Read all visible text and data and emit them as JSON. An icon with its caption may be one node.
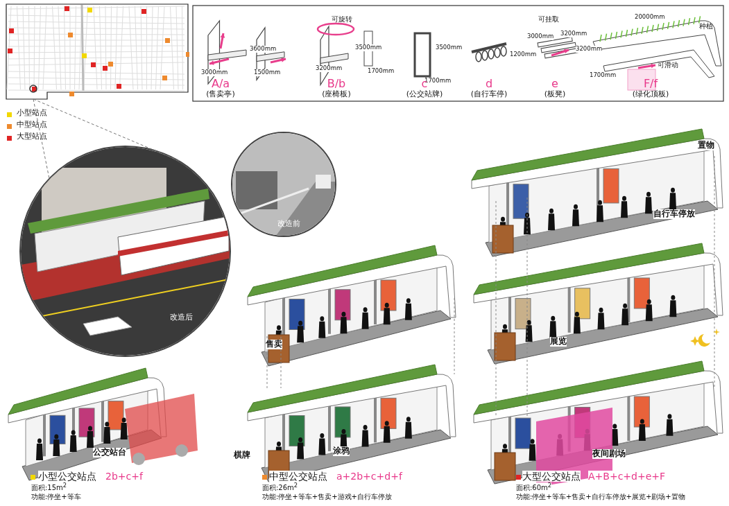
{
  "diagram": {
    "nodes": [
      {
        "text": [],
        "shape": "picture"
      },
      {
        "text": [
          "改造后"
        ]
      },
      {
        "text": [
          "改造前"
        ]
      }
    ],
    "edges": [
      {
        "from": 0,
        "to": 1,
        "arrow": "none",
        "style": "dashed"
      }
    ],
    "labels": [
      "可旋转",
      "3600mm",
      "3000mm",
      "1500mm",
      "3500mm",
      "3200mm",
      "1700mm",
      "3500mm",
      "1700mm",
      "1200mm",
      "可挂取",
      "3000mm",
      "3200mm",
      "20000mm",
      "种植",
      "3200mm",
      "可滑动",
      "1700mm",
      "A/a",
      "(售卖亭)",
      "B/b",
      "(座椅板)",
      "c",
      "(公交站牌)",
      "d",
      "(自行车停)",
      "e",
      "(板凳)",
      "F/f",
      "(绿化顶板)",
      "置物",
      "自行车停放",
      "售卖",
      "展览",
      "公交站台",
      "棋牌",
      "涂鸦",
      "夜间剧场",
      "小型公交站点",
      "2b+c+f",
      "面积:15m$^{2}$",
      "功能:停坐+等车",
      "中型公交站点",
      "a+2b+c+d+f",
      "面积:26m$^{2}$",
      "功能:停坐+等车+售卖+游戏+自行车停放",
      "大型公交站点",
      "A+B+c+d+e+F",
      "面积:60m$^{2}$",
      "功能:停坐+等车+售卖+自行车停放+展览+剧场+置物"
    ],
    "legend": [
      {
        "text": "小型站点",
        "color": "#f2d800"
      },
      {
        "text": "中型站点",
        "color": "#ee8a2e"
      },
      {
        "text": "大型站点",
        "color": "#e02424"
      }
    ]
  }
}
